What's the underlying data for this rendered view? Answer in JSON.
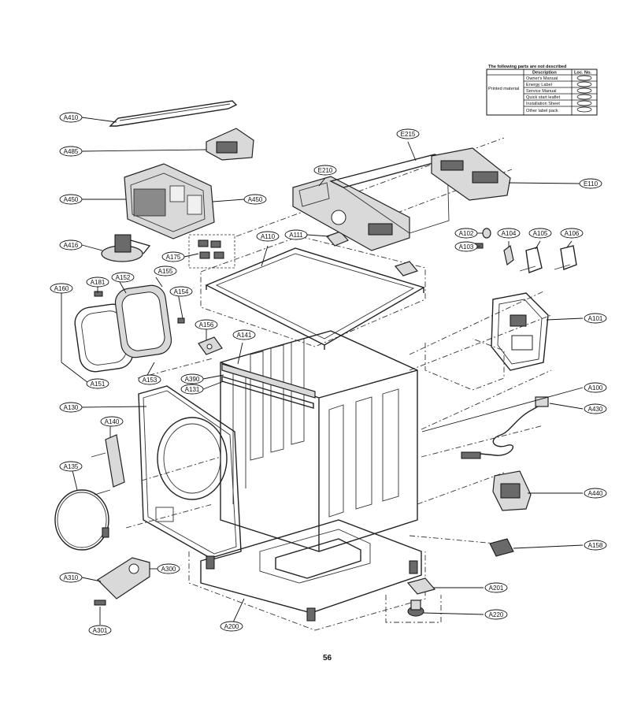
{
  "parts_table": {
    "title": "The following parts are not described",
    "headers": {
      "description": "Description",
      "loc_no": "Loc. No."
    },
    "group_label": "Printed material",
    "rows": [
      {
        "description": "Owner's Manual"
      },
      {
        "description": "Energy Label"
      },
      {
        "description": "Service Manual"
      },
      {
        "description": "Quick start leaflet"
      },
      {
        "description": "Installation Sheet"
      },
      {
        "description": "Other label pack"
      }
    ]
  },
  "callouts": [
    {
      "id": "A410",
      "label": "A410"
    },
    {
      "id": "A485",
      "label": "A485"
    },
    {
      "id": "A450a",
      "label": "A450"
    },
    {
      "id": "A450b",
      "label": "A450"
    },
    {
      "id": "A416",
      "label": "A416"
    },
    {
      "id": "A175",
      "label": "A175"
    },
    {
      "id": "A160",
      "label": "A160"
    },
    {
      "id": "A181",
      "label": "A181"
    },
    {
      "id": "A152",
      "label": "A152"
    },
    {
      "id": "A155",
      "label": "A155"
    },
    {
      "id": "A154",
      "label": "A154"
    },
    {
      "id": "A156",
      "label": "A156"
    },
    {
      "id": "A151",
      "label": "A151"
    },
    {
      "id": "A153",
      "label": "A153"
    },
    {
      "id": "A130",
      "label": "A130"
    },
    {
      "id": "A140",
      "label": "A140"
    },
    {
      "id": "A135",
      "label": "A135"
    },
    {
      "id": "A310",
      "label": "A310"
    },
    {
      "id": "A300",
      "label": "A300"
    },
    {
      "id": "A301",
      "label": "A301"
    },
    {
      "id": "A200",
      "label": "A200"
    },
    {
      "id": "A201",
      "label": "A201"
    },
    {
      "id": "A220",
      "label": "A220"
    },
    {
      "id": "A158",
      "label": "A158"
    },
    {
      "id": "A440",
      "label": "A440"
    },
    {
      "id": "A430",
      "label": "A430"
    },
    {
      "id": "A100",
      "label": "A100"
    },
    {
      "id": "A101",
      "label": "A101"
    },
    {
      "id": "A102",
      "label": "A102"
    },
    {
      "id": "A103",
      "label": "A103"
    },
    {
      "id": "A104",
      "label": "A104"
    },
    {
      "id": "A105",
      "label": "A105"
    },
    {
      "id": "A106",
      "label": "A106"
    },
    {
      "id": "A110",
      "label": "A110"
    },
    {
      "id": "A111",
      "label": "A111"
    },
    {
      "id": "A141",
      "label": "A141"
    },
    {
      "id": "A390",
      "label": "A390"
    },
    {
      "id": "A131",
      "label": "A131"
    },
    {
      "id": "E210",
      "label": "E210"
    },
    {
      "id": "E215",
      "label": "E215"
    },
    {
      "id": "E110",
      "label": "E110"
    }
  ],
  "page_number": "56"
}
